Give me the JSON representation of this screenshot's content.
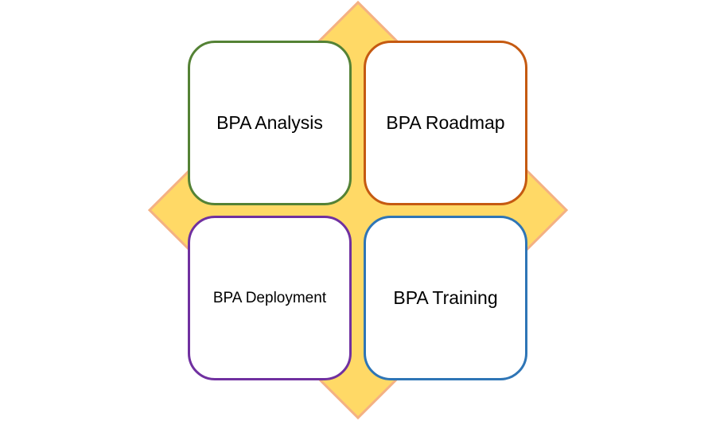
{
  "colors": {
    "diamond_fill": "#FFD966",
    "diamond_stroke": "#F4B183",
    "analysis_border": "#548235",
    "roadmap_border": "#C55A11",
    "deployment_border": "#7030A0",
    "training_border": "#2E75B6"
  },
  "boxes": {
    "analysis": "BPA Analysis",
    "roadmap": "BPA Roadmap",
    "deployment": "BPA Deployment",
    "training": "BPA Training"
  }
}
